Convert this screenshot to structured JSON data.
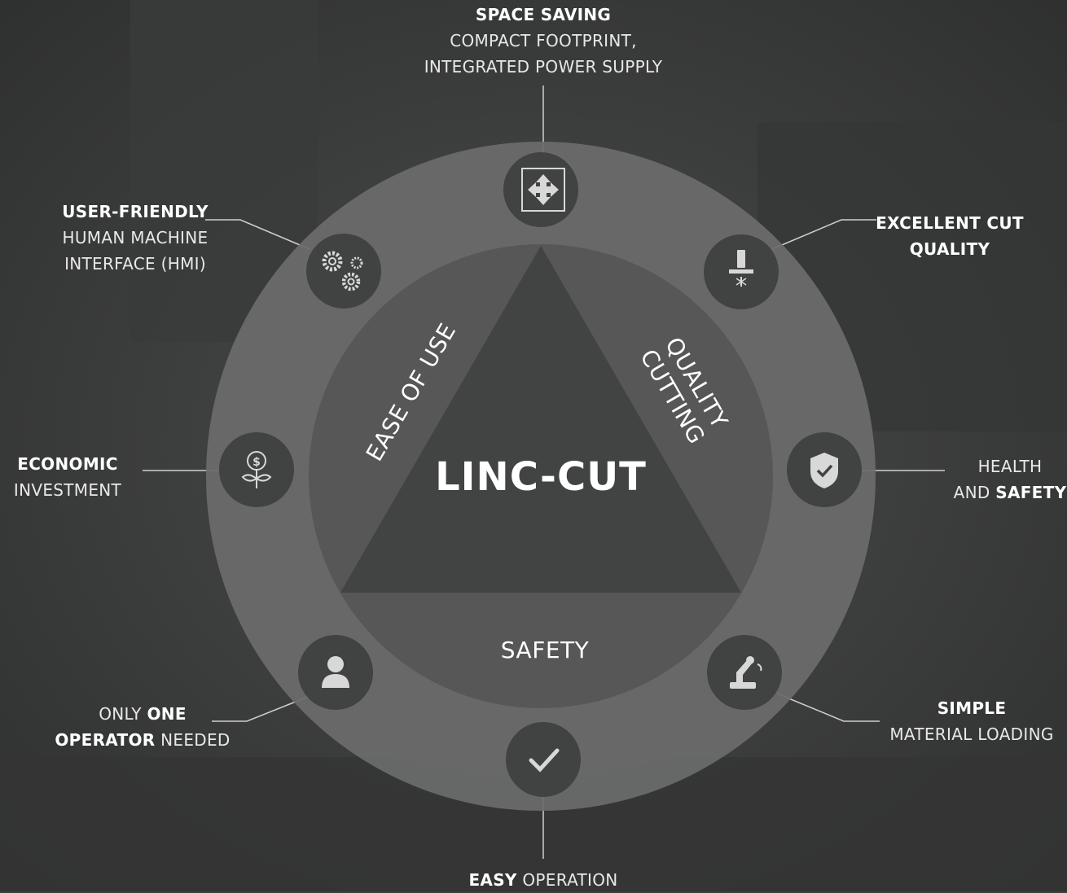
{
  "core": {
    "title": "LINC-CUT"
  },
  "pillars": {
    "ease_of_use": "EASE OF USE",
    "quality_cutting_line1": "QUALITY",
    "quality_cutting_line2": "CUTTING",
    "safety": "SAFETY"
  },
  "features": {
    "space_saving": {
      "bold": "SPACE SAVING",
      "line2": "COMPACT FOOTPRINT,",
      "line3": "INTEGRATED POWER SUPPLY",
      "icon": "move-arrows-icon"
    },
    "cut_quality": {
      "line1": "EXCELLENT CUT",
      "line2": "QUALITY",
      "icon": "laser-nozzle-icon"
    },
    "health_safety": {
      "line1": "HEALTH",
      "and": "AND",
      "bold": "SAFETY",
      "icon": "shield-check-icon"
    },
    "material_loading": {
      "bold": "SIMPLE",
      "line2": "MATERIAL LOADING",
      "icon": "robot-arm-icon"
    },
    "easy_operation": {
      "bold": "EASY",
      "rest": "OPERATION",
      "icon": "checkmark-icon"
    },
    "one_operator": {
      "l1a": "ONLY",
      "l1b": "ONE",
      "l2a": "OPERATOR",
      "l2b": "NEEDED",
      "icon": "user-icon"
    },
    "economic": {
      "bold": "ECONOMIC",
      "line2": "INVESTMENT",
      "icon": "money-plant-icon"
    },
    "user_friendly": {
      "bold": "USER-FRIENDLY",
      "line2": "HUMAN MACHINE",
      "line3": "INTERFACE (HMI)",
      "icon": "gears-icon"
    }
  },
  "colors": {
    "background": "#3e3f3f",
    "outer_ring": "#6b6c6b",
    "inner_disc": "#565756",
    "triangle": "#424343",
    "icon_circle": "#414242",
    "connector": "#cfcfcf"
  }
}
